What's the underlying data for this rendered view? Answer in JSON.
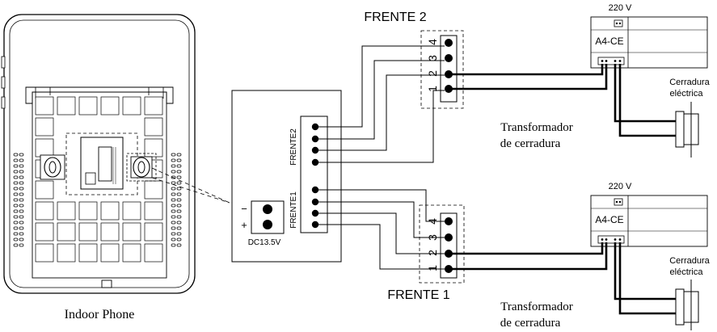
{
  "indoor_phone": {
    "label": "Indoor Phone"
  },
  "frente2": {
    "title": "FRENTE 2",
    "pins": [
      "4",
      "3",
      "2",
      "1"
    ]
  },
  "frente1": {
    "title": "FRENTE 1",
    "pins": [
      "4",
      "3",
      "2",
      "1"
    ]
  },
  "controller": {
    "frente2_label": "FRENTE2",
    "frente1_label": "FRENTE1",
    "power_minus": "−",
    "power_plus": "+",
    "power_label": "DC13.5V"
  },
  "top_power": {
    "voltage": "220 V",
    "model": "A4-CE"
  },
  "bottom_power": {
    "voltage": "220 V",
    "model": "A4-CE"
  },
  "top_lock": {
    "line1": "Cerradura",
    "line2": "eléctrica"
  },
  "bottom_lock": {
    "line1": "Cerradura",
    "line2": "eléctrica"
  },
  "top_transformer": {
    "line1": "Transformador",
    "line2": "de cerradura"
  },
  "bottom_transformer": {
    "line1": "Transformador",
    "line2": "de cerradura"
  },
  "colors": {
    "line": "#000000",
    "background": "#ffffff"
  }
}
